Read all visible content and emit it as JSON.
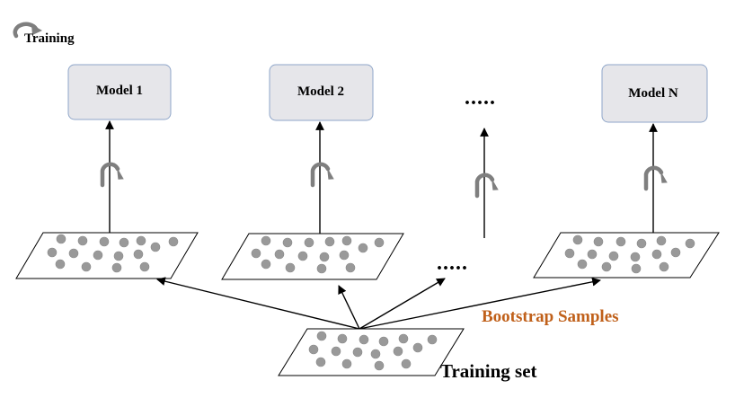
{
  "legend": {
    "label": "Training",
    "icon": "training-cycle-icon"
  },
  "models": [
    {
      "label": "Model 1"
    },
    {
      "label": "Model 2"
    },
    {
      "label": "Model N"
    }
  ],
  "ellipsis": ".....",
  "bootstrap_label": "Bootstrap Samples",
  "training_set_label": "Training set",
  "colors": {
    "accent": "#c0601a",
    "model_fill": "#e6e6ea",
    "model_border": "#8fa6c9",
    "dot": "#999999",
    "cycle_icon": "#7f7f7f"
  }
}
